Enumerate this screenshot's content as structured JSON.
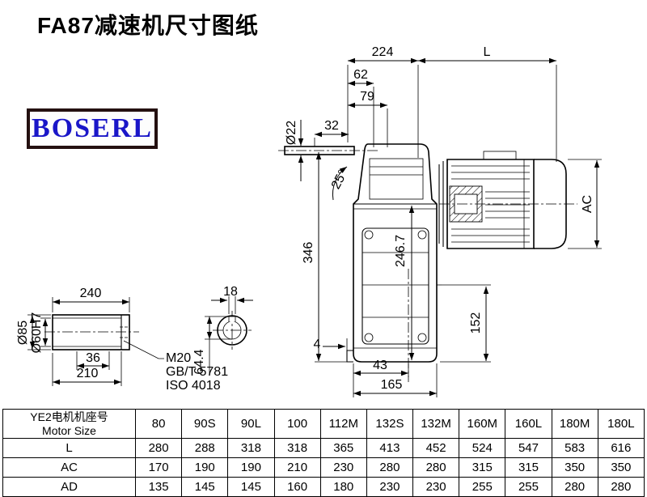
{
  "page": {
    "title": "FA87减速机尺寸图纸"
  },
  "logo": {
    "text": "BOSERL"
  },
  "drawing": {
    "dims": {
      "d224": "224",
      "dL": "L",
      "d62": "62",
      "d79": "79",
      "d32": "32",
      "dia22": "Ø22",
      "a25": "25°",
      "d346": "346",
      "d246_7": "246.7",
      "ac": "AC",
      "d152": "152",
      "d4": "4",
      "d43": "43",
      "d165": "165",
      "d240": "240",
      "dia85": "Ø85",
      "dia60h7": "Ø60H7",
      "d36": "36",
      "d210": "210",
      "thread": "M20",
      "standard_gb": "GB/T 5781",
      "standard_iso": "ISO 4018",
      "d18": "18",
      "d64_4": "64.4"
    }
  },
  "table": {
    "header": {
      "line1": "YE2电机机座号",
      "line2": "Motor Size"
    },
    "columns": [
      "80",
      "90S",
      "90L",
      "100",
      "112M",
      "132S",
      "132M",
      "160M",
      "160L",
      "180M",
      "180L"
    ],
    "rows": [
      {
        "label": "L",
        "values": [
          "280",
          "288",
          "318",
          "318",
          "365",
          "413",
          "452",
          "524",
          "547",
          "583",
          "616"
        ]
      },
      {
        "label": "AC",
        "values": [
          "170",
          "190",
          "190",
          "210",
          "230",
          "280",
          "280",
          "315",
          "315",
          "350",
          "350"
        ]
      },
      {
        "label": "AD",
        "values": [
          "135",
          "145",
          "145",
          "160",
          "180",
          "230",
          "230",
          "255",
          "255",
          "280",
          "280"
        ]
      }
    ]
  }
}
